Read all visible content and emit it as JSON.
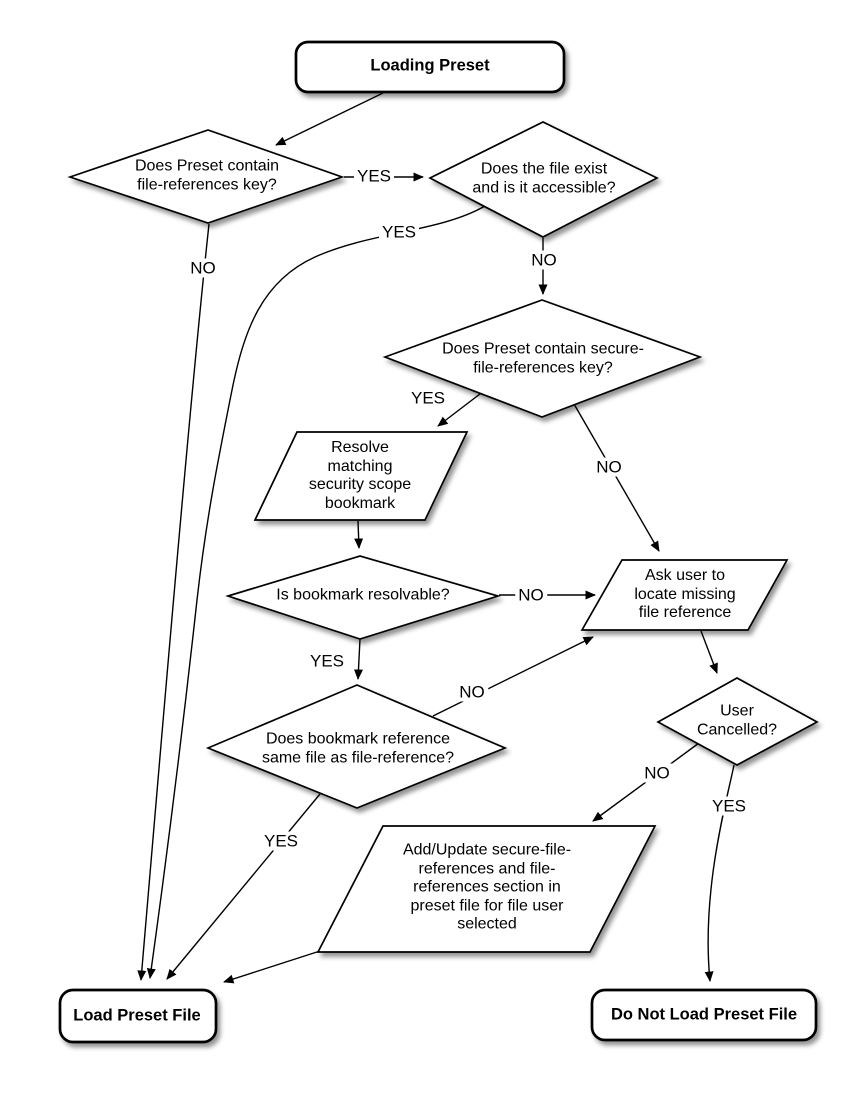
{
  "diagram": {
    "title": "Loading Preset flowchart",
    "colors": {
      "stroke": "#000000",
      "node_fill": "#ffffff",
      "background": "#ffffff"
    },
    "nodes": {
      "start": {
        "type": "terminal",
        "label": "Loading Preset"
      },
      "has_file_references": {
        "type": "decision",
        "label": "Does Preset contain\nfile-references key?"
      },
      "file_exists": {
        "type": "decision",
        "label": "Does the file exist\nand is it accessible?"
      },
      "has_secure_file_references": {
        "type": "decision",
        "label": "Does Preset contain secure-\nfile-references key?"
      },
      "resolve_bookmark": {
        "type": "process",
        "label": "Resolve\nmatching\nsecurity scope\nbookmark"
      },
      "bookmark_resolvable": {
        "type": "decision",
        "label": "Is bookmark resolvable?"
      },
      "ask_user": {
        "type": "process",
        "label": "Ask user to\nlocate missing\nfile reference"
      },
      "user_cancelled": {
        "type": "decision",
        "label": "User\nCancelled?"
      },
      "bookmark_same_file": {
        "type": "decision",
        "label": "Does bookmark reference\nsame file as file-reference?"
      },
      "add_update_sections": {
        "type": "process",
        "label": "Add/Update secure-file-\nreferences and file-\nreferences section in\npreset file for file user\nselected"
      },
      "load_preset": {
        "type": "terminal",
        "label": "Load Preset File"
      },
      "do_not_load": {
        "type": "terminal",
        "label": "Do Not Load Preset File"
      }
    },
    "edge_labels": {
      "file_refs_yes": "YES",
      "file_refs_no": "NO",
      "file_exists_yes": "YES",
      "file_exists_no": "NO",
      "secure_refs_yes": "YES",
      "secure_refs_no": "NO",
      "resolvable_no": "NO",
      "resolvable_yes": "YES",
      "same_file_no": "NO",
      "same_file_yes": "YES",
      "cancelled_no": "NO",
      "cancelled_yes": "YES"
    }
  }
}
